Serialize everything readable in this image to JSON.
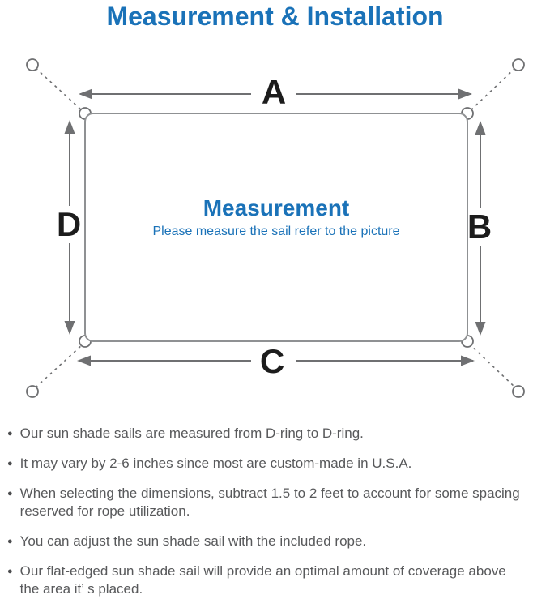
{
  "header": {
    "title": "Measurement & Installation"
  },
  "diagram": {
    "dimension_labels": {
      "top": "A",
      "right": "B",
      "bottom": "C",
      "left": "D"
    },
    "center_title": "Measurement",
    "center_subtitle": "Please measure the sail refer to the picture"
  },
  "colors": {
    "accent_blue": "#1a72b8",
    "line_gray": "#6f7072",
    "outline_gray": "#8f9193",
    "text_gray": "#58595b"
  },
  "notes": {
    "bullet": "●",
    "items": [
      "Our sun shade sails are measured from D-ring to D-ring.",
      "It may vary by 2-6 inches since most are custom-made in U.S.A.",
      "When selecting the dimensions, subtract 1.5 to 2 feet to account for some spacing reserved for rope utilization.",
      "You can adjust the sun shade sail with the included rope.",
      "Our flat-edged sun shade sail will provide an optimal amount of coverage above the area it’ s placed."
    ]
  }
}
